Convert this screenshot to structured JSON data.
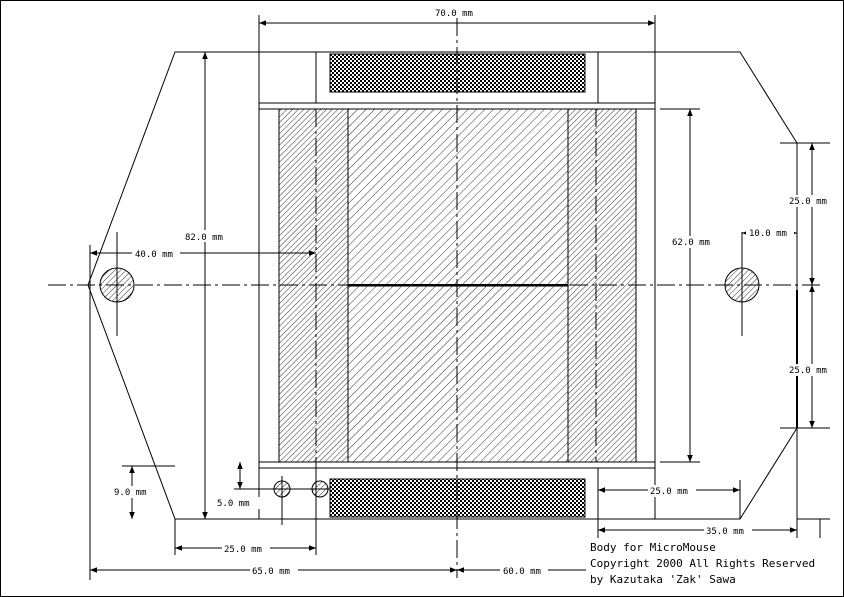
{
  "dimensions": {
    "top_width": "70.0 mm",
    "left_height": "82.0 mm",
    "center_offset": "40.0 mm",
    "right_height": "62.0 mm",
    "right_upper": "25.0 mm",
    "right_lower": "25.0 mm",
    "hole_offset": "10.0 mm",
    "lower_left_height": "9.0 mm",
    "small_gap": "5.0 mm",
    "bottom_left_width": "25.0 mm",
    "bottom_right_width": "25.0 mm",
    "bottom_right_35": "35.0 mm",
    "total_left": "65.0 mm",
    "total_right": "60.0 mm"
  },
  "title_block": {
    "line1": "Body for MicroMouse",
    "line2": "Copyright 2000 All Rights Reserved",
    "line3": "by Kazutaka 'Zak' Sawa"
  },
  "colors": {
    "line": "#000000",
    "background": "#ffffff"
  }
}
